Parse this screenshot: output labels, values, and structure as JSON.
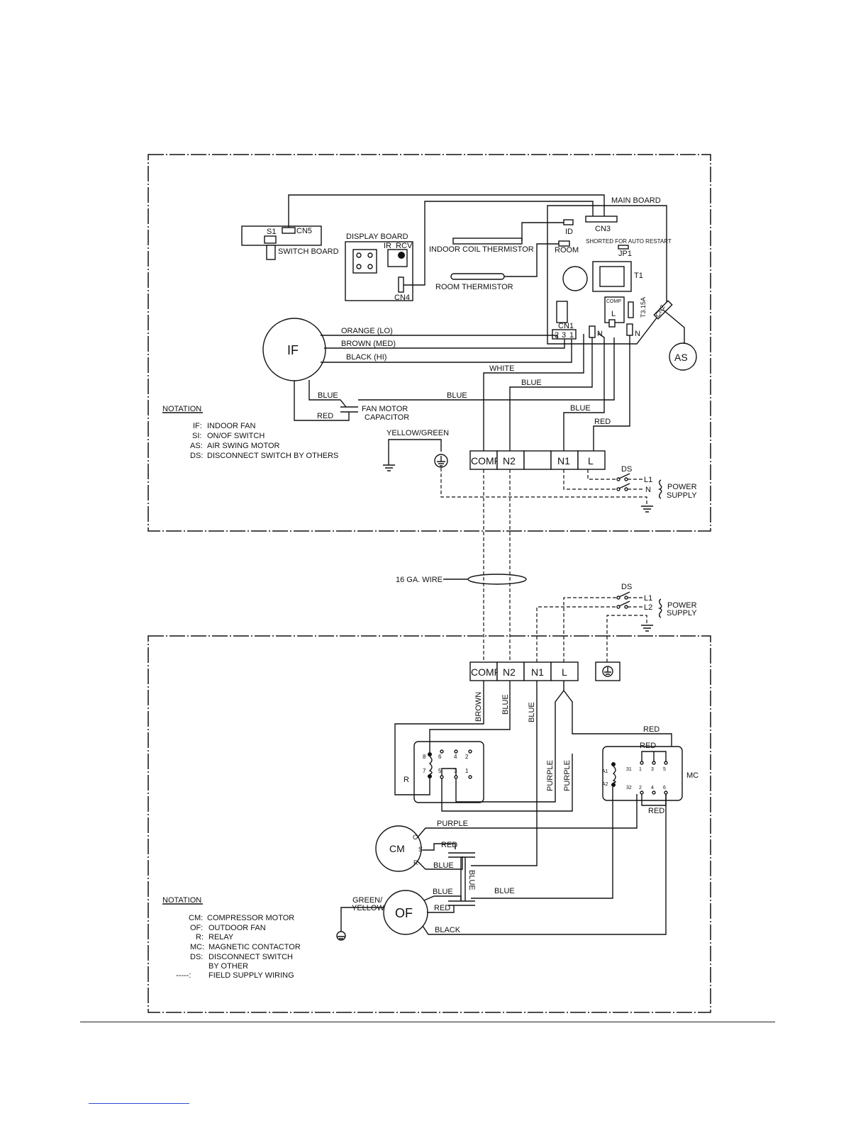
{
  "indoor": {
    "main_board": "MAIN BOARD",
    "cn3": "CN3",
    "cn5": "CN5",
    "s1": "S1",
    "switch_board": "SWITCH BOARD",
    "display_board": "DISPLAY BOARD",
    "ir_rcv": "IR_RCV",
    "cn4": "CN4",
    "indoor_coil_thermistor": "INDOOR COIL THERMISTOR",
    "room_thermistor": "ROOM THERMISTOR",
    "id": "ID",
    "room": "ROOM",
    "shorted_note": "SHORTED FOR AUTO RESTART",
    "jp1": "JP1",
    "t1": "T1",
    "comp": "COMP",
    "l": "L",
    "fuse": "T3.15A",
    "cn2": "CN2",
    "cn1": "CN1",
    "cn1_pins": [
      "2",
      "3",
      "1"
    ],
    "n_left": "N",
    "n_right": "N",
    "if": "IF",
    "as": "AS",
    "wire_orange": "ORANGE (LO)",
    "wire_brown": "BROWN (MED)",
    "wire_black": "BLACK (HI)",
    "wire_white": "WHITE",
    "wire_blue_1": "BLUE",
    "wire_blue_2": "BLUE",
    "wire_blue_3": "BLUE",
    "wire_blue_4": "BLUE",
    "wire_red_1": "RED",
    "wire_red_2": "RED",
    "fan_capacitor_1": "FAN MOTOR",
    "fan_capacitor_2": "CAPACITOR",
    "yellow_green": "YELLOW/GREEN",
    "terminals": [
      "COMP",
      "N2",
      "",
      "N1",
      "L"
    ],
    "ds": "DS",
    "l1": "L1",
    "n": "N",
    "power_1": "POWER",
    "power_2": "SUPPLY",
    "notation_title": "NOTATION",
    "notation": [
      {
        "code": "IF:",
        "desc": "INDOOR FAN"
      },
      {
        "code": "SI:",
        "desc": "ON/OF SWITCH"
      },
      {
        "code": "AS:",
        "desc": "AIR SWING MOTOR"
      },
      {
        "code": "DS:",
        "desc": "DISCONNECT SWITCH BY OTHERS"
      }
    ]
  },
  "link": {
    "wire_gauge": "16 GA. WIRE",
    "ds": "DS",
    "l1": "L1",
    "l2": "L2",
    "power_1": "POWER",
    "power_2": "SUPPLY"
  },
  "outdoor": {
    "terminals": [
      "COMP",
      "N2",
      "N1",
      "L"
    ],
    "wire_brown": "BROWN",
    "wire_blue_1": "BLUE",
    "wire_blue_2": "BLUE",
    "wire_red_top": "RED",
    "wire_red_mid": "RED",
    "wire_red_bot": "RED",
    "wire_purple_1": "PURPLE",
    "wire_purple_2": "PURPLE",
    "wire_purple_3": "PURPLE",
    "r": "R",
    "mc": "MC",
    "a1": "A1",
    "a2": "A2",
    "relay_pins": [
      "8",
      "6",
      "4",
      "2",
      "7",
      "5",
      "3",
      "1"
    ],
    "mc_pins_top": [
      "31",
      "1",
      "3",
      "5"
    ],
    "mc_pins_bot": [
      "32",
      "2",
      "4",
      "6"
    ],
    "cm": "CM",
    "c": "C",
    "s": "S",
    "r_pin": "R",
    "cm_red": "RED",
    "cm_blue": "BLUE",
    "cap_blue": "BLUE",
    "of": "OF",
    "green_yellow_1": "GREEN/",
    "green_yellow_2": "YELLOW",
    "of_blue": "BLUE",
    "of_red": "RED",
    "of_black": "BLACK",
    "blue_right": "BLUE",
    "notation_title": "NOTATION",
    "notation": [
      {
        "code": "CM:",
        "desc": "COMPRESSOR MOTOR"
      },
      {
        "code": "OF:",
        "desc": "OUTDOOR FAN"
      },
      {
        "code": "R:",
        "desc": "RELAY"
      },
      {
        "code": "MC:",
        "desc": "MAGNETIC CONTACTOR"
      },
      {
        "code": "DS:",
        "desc": "DISCONNECT SWITCH"
      },
      {
        "code": "",
        "desc": "BY OTHER"
      },
      {
        "code": "-----:",
        "desc": "FIELD SUPPLY WIRING"
      }
    ]
  }
}
